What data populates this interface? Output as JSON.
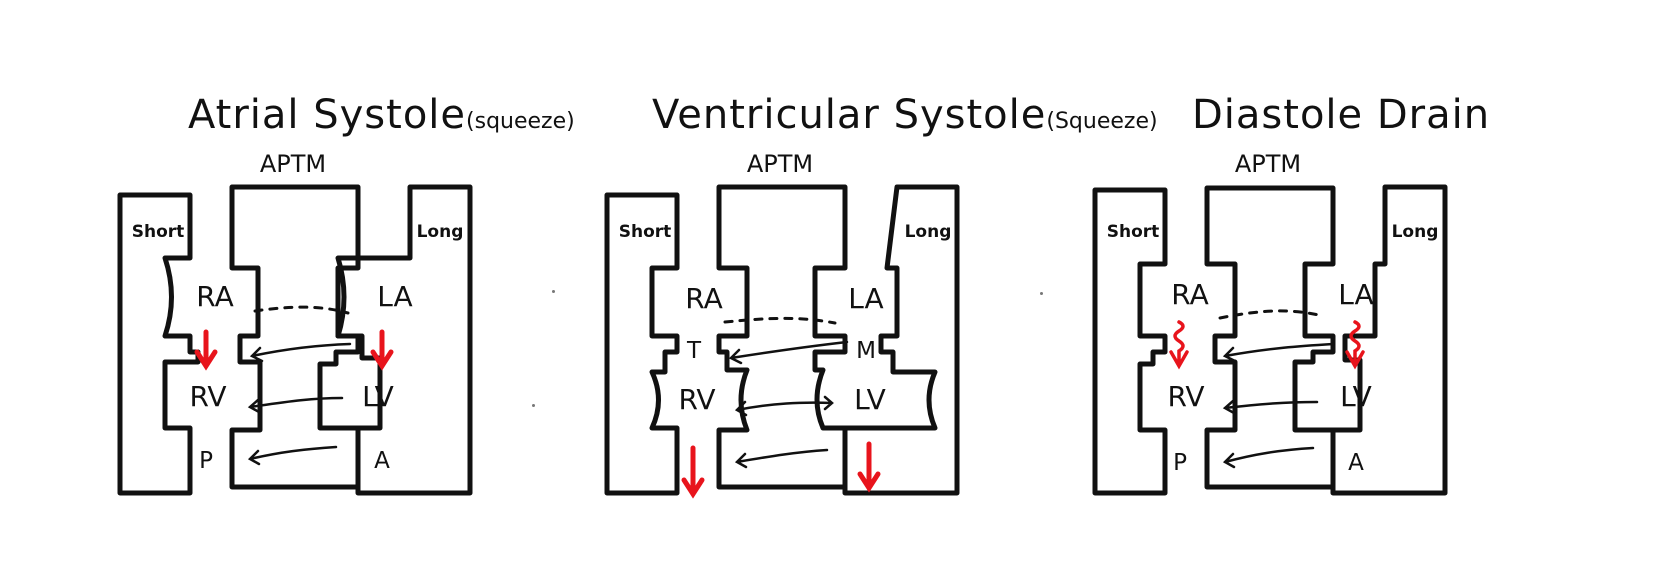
{
  "colors": {
    "ink": "#111111",
    "flow": "#e8141c"
  },
  "panels": [
    {
      "title": "Atrial Systole",
      "subtitle": "(squeeze)",
      "aptm": "APTM",
      "short": "Short",
      "long": "Long",
      "labels": {
        "ra": "RA",
        "la": "LA",
        "rv": "RV",
        "lv": "LV",
        "left_valve": "",
        "right_valve": "",
        "left_exit": "P",
        "right_exit": "A"
      },
      "squeezed": "atria",
      "flow": "atria_to_ventricles"
    },
    {
      "title": "Ventricular Systole",
      "subtitle": "(Squeeze)",
      "aptm": "APTM",
      "short": "Short",
      "long": "Long",
      "labels": {
        "ra": "RA",
        "la": "LA",
        "rv": "RV",
        "lv": "LV",
        "left_valve": "T",
        "right_valve": "M",
        "left_exit": "",
        "right_exit": ""
      },
      "squeezed": "ventricles",
      "flow": "ventricles_out"
    },
    {
      "title": "Diastole Drain",
      "subtitle": "",
      "aptm": "APTM",
      "short": "Short",
      "long": "Long",
      "labels": {
        "ra": "RA",
        "la": "LA",
        "rv": "RV",
        "lv": "LV",
        "left_valve": "",
        "right_valve": "",
        "left_exit": "P",
        "right_exit": "A"
      },
      "squeezed": "none",
      "flow": "passive_drain"
    }
  ]
}
